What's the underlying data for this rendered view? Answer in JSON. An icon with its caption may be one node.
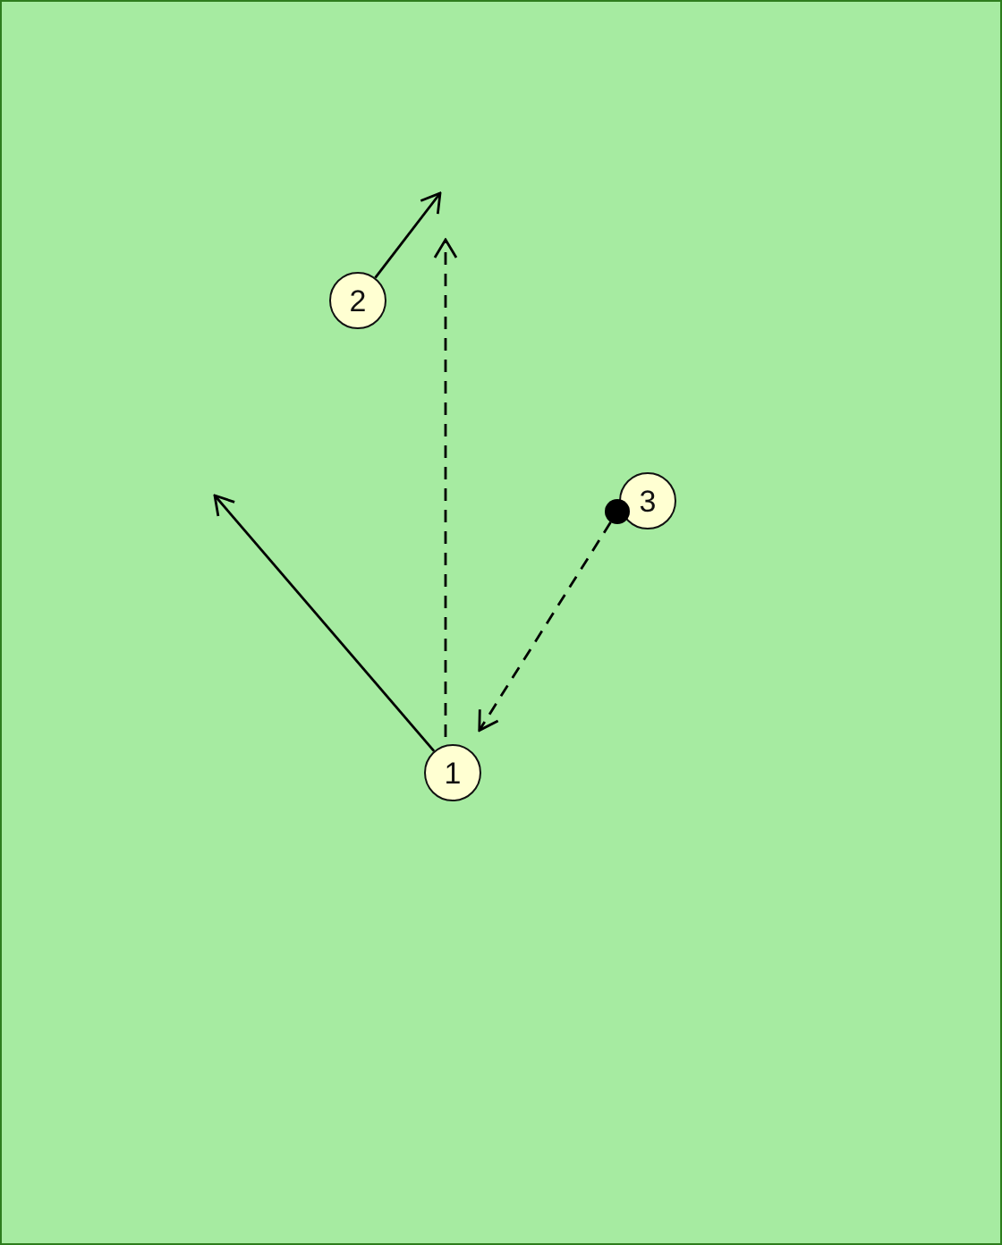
{
  "diagram": {
    "nodes": [
      {
        "text": [
          "2"
        ]
      },
      {
        "text": [
          "3"
        ]
      },
      {
        "text": [],
        "shape": "circle"
      },
      {
        "text": [
          "1"
        ]
      }
    ],
    "edges": [
      {
        "from": 0,
        "to": null,
        "arrow": "to"
      },
      {
        "from": 3,
        "to": null,
        "arrow": "to",
        "style": "dashed"
      },
      {
        "from": 2,
        "to": 3,
        "arrow": "to",
        "style": "dashed"
      },
      {
        "from": 3,
        "to": null,
        "arrow": "to"
      }
    ]
  }
}
